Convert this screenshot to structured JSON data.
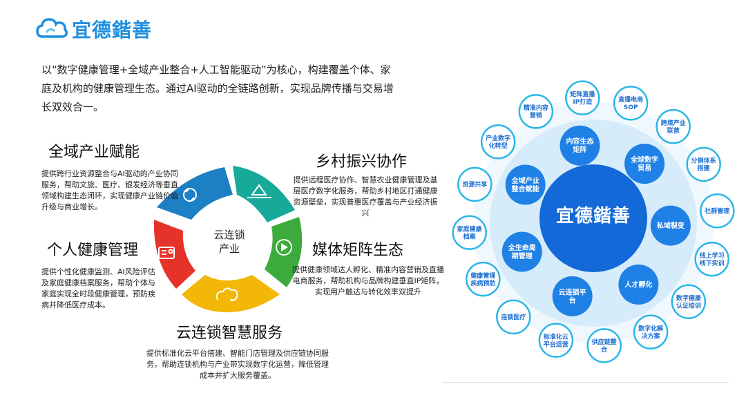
{
  "logo": {
    "text": "宜德鍇善"
  },
  "intro": "以“数字健康管理+全域产业整合+人工智能驱动”为核心，构建覆盖个体、家庭及机构的健康管理生态。通过AI驱动的全链路创新，实现品牌传播与交易增长双效合一。",
  "center": {
    "line1": "云连锁",
    "line2": "产业"
  },
  "sections": {
    "quanyu": {
      "title": "全域产业赋能",
      "desc": "提供跨行业资源整合与AI驱动的产业协同服务，帮助文旅、医疗、银发经济等垂直领域构建生态闭环，实现健康产业链价值升级与商业增长。"
    },
    "xiangcun": {
      "title": "乡村振兴协作",
      "desc": "提供远程医疗协作、智慧农业健康管理及基层医疗数字化服务，帮助乡村地区打通健康资源壁垒，实现普惠医疗覆盖与产业经济振兴"
    },
    "geren": {
      "title": "个人健康管理",
      "desc": "提供个性化健康监测、AI风险评估及家庭健康档案服务，帮助个体与家庭实现全时段健康管理，预防疾病并降低医疗成本。"
    },
    "meiti": {
      "title": "媒体矩阵生态",
      "desc": "提供健康领域达人孵化、精准内容营销及直播电商服务，帮助机构与品牌构建垂直IP矩阵，实现用户触达与转化效率双提升"
    },
    "yunliansuo": {
      "title": "云连锁智慧服务",
      "desc": "提供标准化云平台搭建、智能门店管理及供应链协同服务，帮助连锁机构与产业带实现数字化运营，降低管理成本并扩大服务覆盖。"
    }
  },
  "wheel": {
    "center": "宜德鍇善",
    "inner": [
      "内容生态矩阵",
      "全球数字贸易",
      "私域裂变",
      "人才孵化",
      "云连锁平台",
      "全生命周期管理",
      "全域产业整合赋能"
    ],
    "outer": [
      "矩阵直播IP打造",
      "直播电商SOP",
      "跨境产业联营",
      "分销体系搭建",
      "社群管理",
      "线上学习线下实训",
      "数字健康认证培训",
      "数字化解决方案",
      "供应链整合",
      "标准化云平台运营",
      "连锁医疗",
      "健康管理疾病预防",
      "家庭健康档案",
      "资源共享",
      "产业数字化转型",
      "精准内容营销"
    ]
  },
  "colors": {
    "brand": "#1f8fe0",
    "segment_top_left": "#1d7fc4",
    "segment_top_right": "#17a99a",
    "segment_right": "#3cab3c",
    "segment_bottom": "#f2b707",
    "segment_left": "#e6332a",
    "wheel_dark": "#1369d8",
    "wheel_light": "#d7ecfb",
    "outer_border": "#29b6e8"
  },
  "icons": [
    "cloud-logo-icon",
    "recycle-icon",
    "mountain-icon",
    "play-circle-icon",
    "cloud-swirl-icon",
    "user-list-icon"
  ]
}
